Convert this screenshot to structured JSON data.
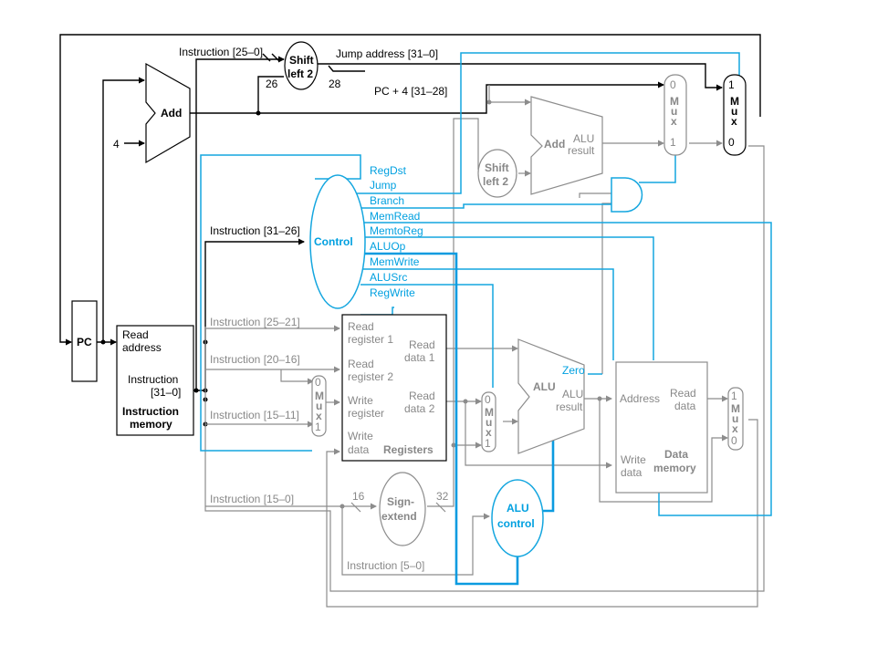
{
  "colors": {
    "black": "#000000",
    "gray": "#8c8c8c",
    "control": "#14a6df",
    "aluop": "#0b9be0"
  },
  "labels": {
    "instr_25_0": "Instruction [25–0]",
    "shift_left_2_a": "Shift",
    "shift_left_2_b": "left 2",
    "jump_address": "Jump address [31–0]",
    "n26": "26",
    "n28": "28",
    "pc4": "PC + 4 [31–28]",
    "add": "Add",
    "four": "4",
    "pc": "PC",
    "read_address_1": "Read",
    "read_address_2": "address",
    "instruction_2": "Instruction",
    "instruction_3": "[31–0]",
    "instr_mem_1": "Instruction",
    "instr_mem_2": "memory",
    "control": "Control",
    "instr_31_26": "Instruction [31–26]",
    "instr_25_21": "Instruction [25–21]",
    "instr_20_16": "Instruction [20–16]",
    "instr_15_11": "Instruction [15–11]",
    "instr_15_0": "Instruction [15–0]",
    "instr_5_0": "Instruction [5–0]",
    "regdst": "RegDst",
    "jump": "Jump",
    "branch": "Branch",
    "memread": "MemRead",
    "memtoreg": "MemtoReg",
    "aluop": "ALUOp",
    "memwrite": "MemWrite",
    "alusrc": "ALUSrc",
    "regwrite": "RegWrite",
    "read_register_1a": "Read",
    "read_register_1b": "register 1",
    "read_register_2a": "Read",
    "read_register_2b": "register 2",
    "write_register_a": "Write",
    "write_register_b": "register",
    "write_data_a": "Write",
    "write_data_b": "data",
    "registers": "Registers",
    "read_data_1a": "Read",
    "read_data_1b": "data 1",
    "read_data_2a": "Read",
    "read_data_2b": "data 2",
    "n16": "16",
    "n32": "32",
    "sign": "Sign-",
    "extend": "extend",
    "alu_control_a": "ALU",
    "alu_control_b": "control",
    "alu": "ALU",
    "zero": "Zero",
    "alu_result_a": "ALU",
    "alu_result_b": "result",
    "address": "Address",
    "read_data_a": "Read",
    "read_data_b": "data",
    "dm_write_a": "Write",
    "dm_write_b": "data",
    "data_memory_a": "Data",
    "data_memory_b": "memory",
    "add2": "Add",
    "add2_alu": "ALU",
    "add2_result": "result",
    "shift2_a": "Shift",
    "shift2_b": "left 2",
    "m": "M",
    "u": "u",
    "x": "x",
    "zero_digit": "0",
    "one_digit": "1"
  }
}
